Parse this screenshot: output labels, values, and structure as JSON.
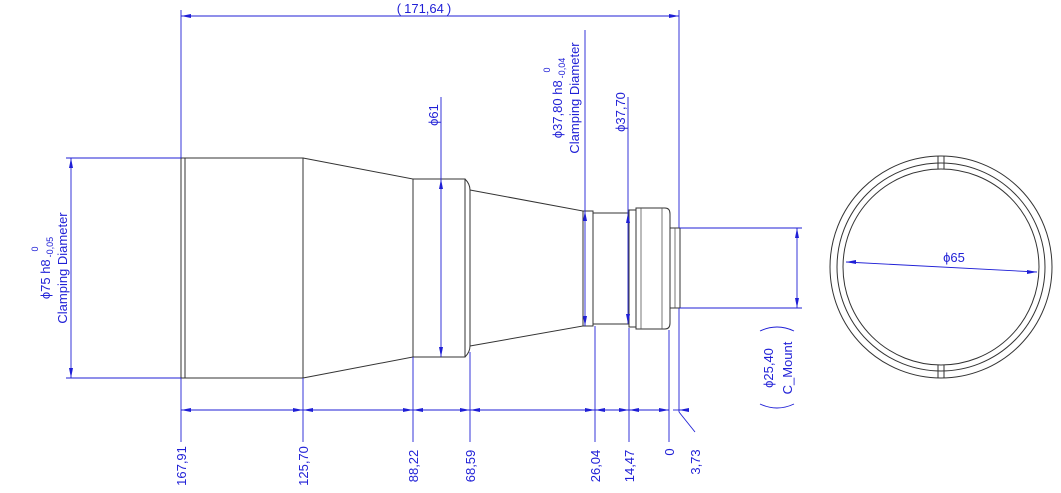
{
  "colors": {
    "dimension": "#1f1fd6",
    "outline": "#333333"
  },
  "dimensions": {
    "overall_length": "171,64",
    "d75": {
      "value": "ϕ75 h8",
      "tol_upper": "0",
      "tol_lower": "-0,05",
      "note": "Clamping Diameter"
    },
    "d61": "ϕ61",
    "d37_80": {
      "value": "ϕ37,80 h8",
      "tol_upper": "0",
      "tol_lower": "-0,04",
      "note": "Clamping Diameter"
    },
    "d37_70": "ϕ37,70",
    "d25_40": {
      "value": "ϕ25,40",
      "note": "C_Mount"
    },
    "d65": "ϕ65"
  },
  "positions": [
    "167,91",
    "125,70",
    "88,22",
    "68,59",
    "26,04",
    "14,47",
    "0",
    "3,73"
  ]
}
